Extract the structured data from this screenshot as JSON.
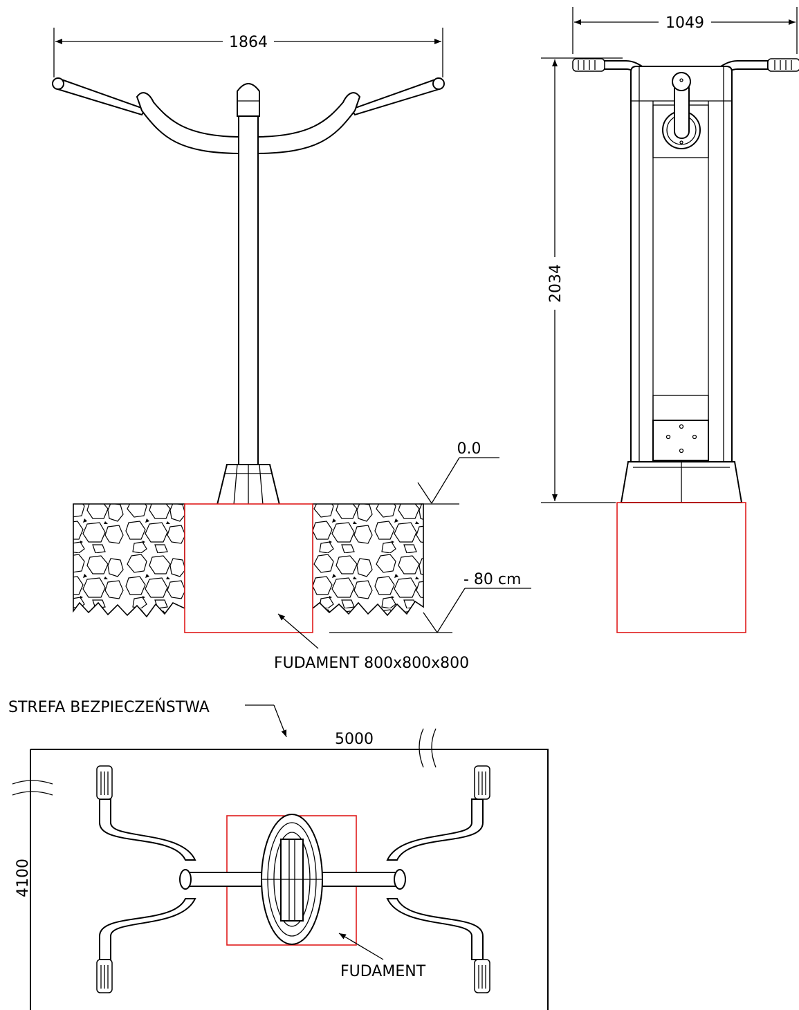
{
  "side_view": {
    "width_dim": "1864",
    "level_zero": "0.0",
    "level_depth": "- 80 cm",
    "foundation_label": "FUDAMENT 800x800x800"
  },
  "front_view": {
    "width_dim": "1049",
    "height_dim": "2034"
  },
  "plan_view": {
    "zone_label": "STREFA BEZPIECZEŃSTWA",
    "length_dim": "5000",
    "width_dim": "4100",
    "foundation_label": "FUDAMENT"
  },
  "colors": {
    "line": "#000000",
    "foundation": "#e01b1b",
    "background": "#ffffff"
  }
}
